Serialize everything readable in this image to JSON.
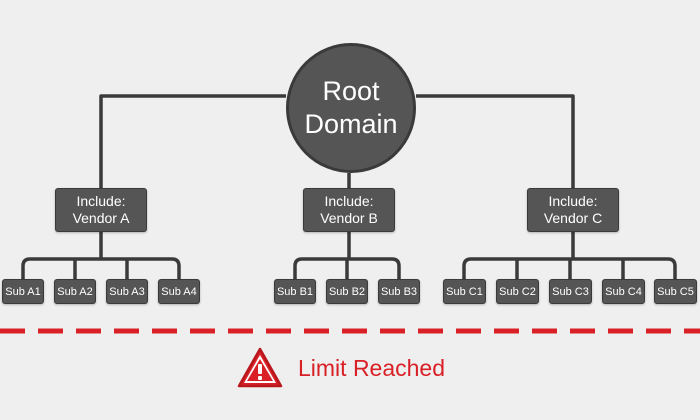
{
  "colors": {
    "background": "#efefef",
    "node_fill": "#555555",
    "connector": "#3a3a3a",
    "alert": "#d92026",
    "text": "#ffffff"
  },
  "root": {
    "label": "Root\nDomain"
  },
  "includes": [
    {
      "label": "Include:\nVendor A",
      "subs": [
        "Sub A1",
        "Sub A2",
        "Sub A3",
        "Sub A4"
      ]
    },
    {
      "label": "Include:\nVendor B",
      "subs": [
        "Sub B1",
        "Sub B2",
        "Sub B3"
      ]
    },
    {
      "label": "Include:\nVendor C",
      "subs": [
        "Sub C1",
        "Sub C2",
        "Sub C3",
        "Sub C4",
        "Sub C5"
      ]
    }
  ],
  "limit": {
    "label": "Limit Reached",
    "icon": "warning-triangle-icon"
  }
}
